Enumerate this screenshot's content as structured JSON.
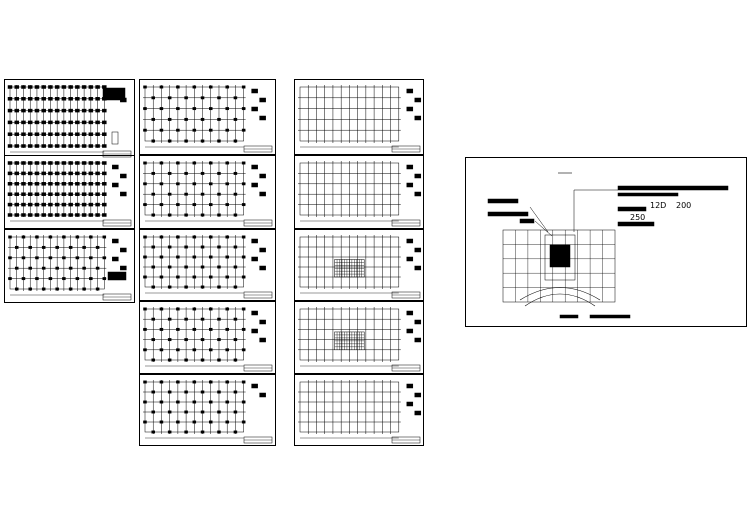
{
  "canvas": {
    "background": "#ffffff",
    "ink": "#000000"
  },
  "detail_sheet": {
    "spec_line_1": "200",
    "spec_line_2": "250",
    "spec_prefix": "12D"
  }
}
